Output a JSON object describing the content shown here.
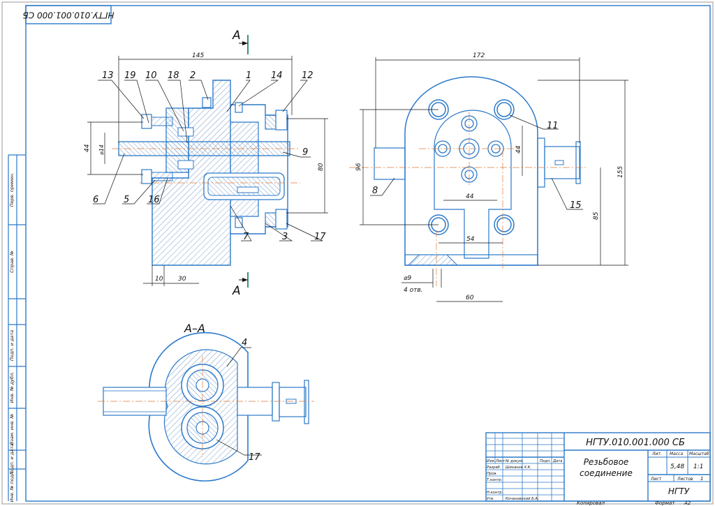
{
  "sheet": {
    "rotated_code": "НГТУ.010.001.000 СБ",
    "format_label": "Формат",
    "format_value": "А2",
    "copied_label": "Копировал"
  },
  "left_strip": [
    "Перв. примен.",
    "Справ. №",
    "Подп. и дата",
    "Инв. № дубл.",
    "Взам. инв. №",
    "Подп. и дата",
    "Инв. № подл."
  ],
  "section_marks": {
    "top": "А",
    "bottom": "А",
    "title": "А–А"
  },
  "front_view": {
    "dims": [
      "145",
      "44",
      "⌀14",
      "80",
      "10",
      "30"
    ],
    "callouts": [
      "13",
      "19",
      "10",
      "18",
      "2",
      "1",
      "14",
      "12",
      "9",
      "6",
      "5",
      "16",
      "7",
      "3",
      "17"
    ]
  },
  "side_view": {
    "dims": [
      "172",
      "96",
      "44",
      "44",
      "54",
      "155",
      "85",
      "⌀9",
      "4 отв.",
      "60"
    ],
    "callouts": [
      "11",
      "8",
      "15"
    ]
  },
  "section_view": {
    "callouts": [
      "4",
      "17"
    ]
  },
  "title_block": {
    "designation": "НГТУ.010.001.000 СБ",
    "name_line1": "Резьбовое",
    "name_line2": "соединение",
    "col_lit": "Лит.",
    "col_mass": "Масса",
    "col_scale": "Масштаб",
    "mass": "5,48",
    "scale": "1:1",
    "sheet_label": "Лист",
    "sheets_label": "Листов",
    "sheets_value": "1",
    "org": "НГТУ",
    "hdr": [
      "Изм.",
      "Лист",
      "№ докум.",
      "Подп.",
      "Дата"
    ],
    "roles": [
      "Разраб.",
      "Пров.",
      "Т.контр.",
      "Н.контр.",
      "Утв."
    ],
    "developer": "Шиханов Х.К.",
    "approver": "Кочановский Б.А."
  }
}
